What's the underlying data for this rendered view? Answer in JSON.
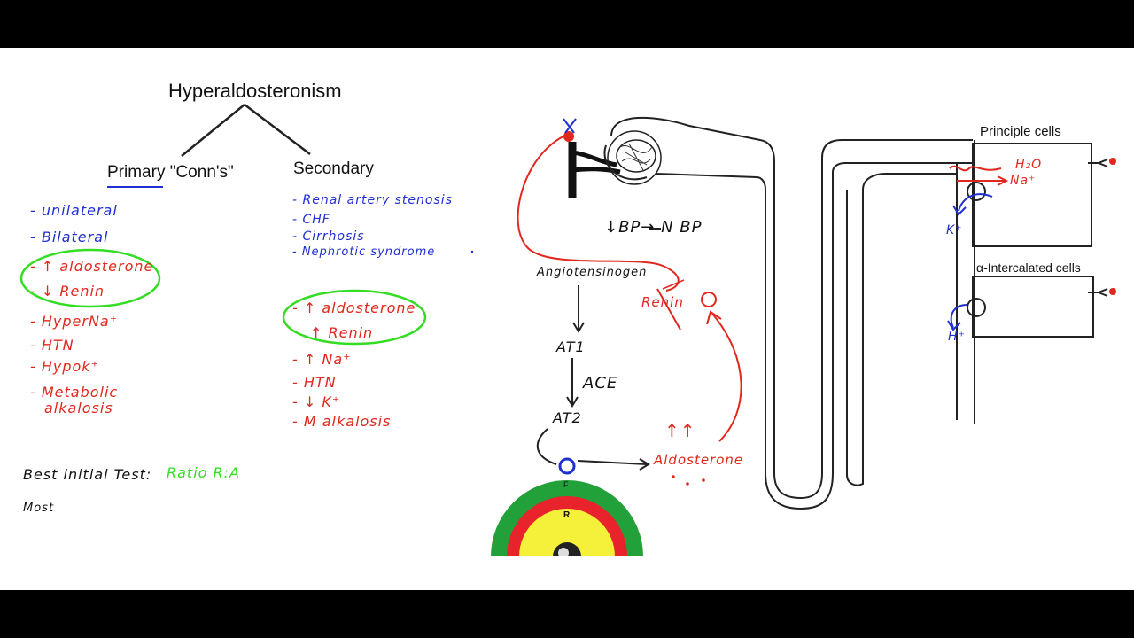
{
  "title": "Hyperaldosteronism",
  "primary": {
    "heading": "Primary \"Conn's\"",
    "causes": [
      "- unilateral",
      "- Bilateral"
    ],
    "labs": [
      "- ↑ aldosterone",
      "- ↓ Renin"
    ],
    "findings": [
      "- HyperNa⁺",
      "- HTN",
      "- Hypok⁺",
      "- Metabolic",
      "alkalosis"
    ]
  },
  "secondary": {
    "heading": "Secondary",
    "causes": [
      "- Renal artery stenosis",
      "- CHF",
      "- Cirrhosis",
      "- Nephrotic syndrome"
    ],
    "labs": [
      "- ↑ aldosterone",
      "↑ Renin"
    ],
    "findings": [
      "- ↑ Na⁺",
      "- HTN",
      "- ↓ K⁺",
      "- M alkalosis"
    ]
  },
  "best_test": {
    "label": "Best initial Test:",
    "value": "Ratio R:A"
  },
  "most_text": "Most",
  "raas": {
    "bp": "↓BP→ N BP",
    "angiotensinogen": "Angiotensinogen",
    "renin": "Renin",
    "at1": "AT1",
    "ace": "ACE",
    "at2": "AT2",
    "aldosterone": "Aldosterone",
    "up_arrows": "↑↑",
    "zone_f": "F",
    "zone_r": "R"
  },
  "cells": {
    "principle": "Principle cells",
    "intercalated": "α-Intercalated cells",
    "h2o": "H₂O",
    "na": "Na⁺",
    "k": "K⁺",
    "h": "H⁺"
  },
  "colors": {
    "blue_ink": "#1f2fd0",
    "red_ink": "#e0281e",
    "green_ink": "#33dd22",
    "cortex_green": "#22a03a",
    "cortex_red": "#e8232b",
    "cortex_yellow": "#f5f03a"
  }
}
